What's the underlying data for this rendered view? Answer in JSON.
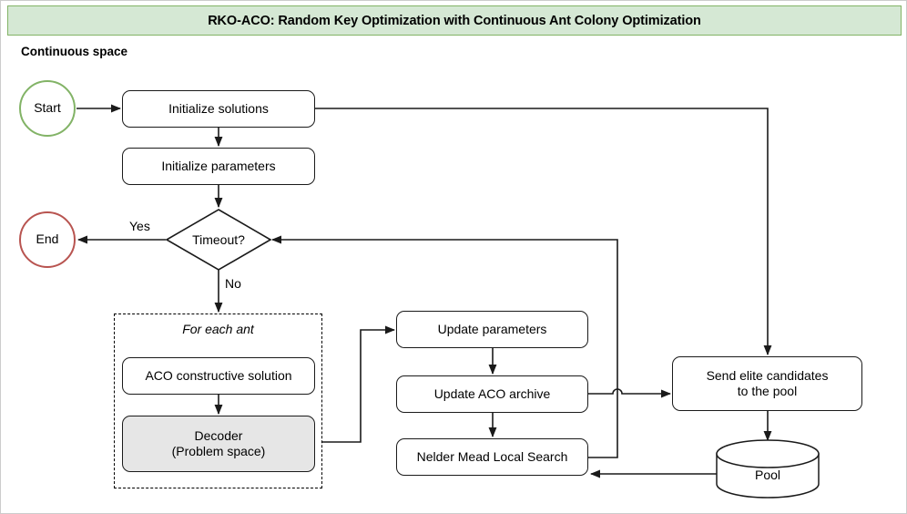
{
  "title": "RKO-ACO: Random Key Optimization with Continuous Ant Colony Optimization",
  "section_label": "Continuous space",
  "colors": {
    "title_fill": "#d5e8d4",
    "title_stroke": "#82b366",
    "start_stroke": "#82b366",
    "end_stroke": "#b85450",
    "shaded_fill": "#e6e6e6",
    "edge_stroke": "#1a1a1a",
    "canvas_border": "#cccccc"
  },
  "nodes": {
    "start": "Start",
    "end": "End",
    "initialize_solutions": "Initialize solutions",
    "initialize_parameters": "Initialize parameters",
    "timeout": "Timeout?",
    "group_for_each_ant": "For each ant",
    "aco_constructive_solution": "ACO constructive solution",
    "decoder_line1": "Decoder",
    "decoder_line2": "(Problem space)",
    "update_parameters": "Update parameters",
    "update_aco_archive": "Update ACO archive",
    "nelder_mead": "Nelder Mead Local Search",
    "send_elite_line1": "Send elite candidates",
    "send_elite_line2": "to the pool",
    "pool": "Pool"
  },
  "edge_labels": {
    "yes": "Yes",
    "no": "No"
  },
  "chart_data": {
    "type": "diagram",
    "subtype": "flowchart",
    "title": "RKO-ACO: Random Key Optimization with Continuous Ant Colony Optimization",
    "nodes": [
      {
        "id": "start",
        "label": "Start",
        "shape": "circle"
      },
      {
        "id": "end",
        "label": "End",
        "shape": "circle"
      },
      {
        "id": "init_sol",
        "label": "Initialize solutions",
        "shape": "rounded-rect"
      },
      {
        "id": "init_par",
        "label": "Initialize parameters",
        "shape": "rounded-rect"
      },
      {
        "id": "timeout",
        "label": "Timeout?",
        "shape": "diamond"
      },
      {
        "id": "aco_cs",
        "label": "ACO constructive solution",
        "shape": "rounded-rect"
      },
      {
        "id": "decoder",
        "label": "Decoder (Problem space)",
        "shape": "rounded-rect"
      },
      {
        "id": "upd_par",
        "label": "Update parameters",
        "shape": "rounded-rect"
      },
      {
        "id": "upd_arch",
        "label": "Update ACO archive",
        "shape": "rounded-rect"
      },
      {
        "id": "nm_ls",
        "label": "Nelder Mead Local Search",
        "shape": "rounded-rect"
      },
      {
        "id": "send_elite",
        "label": "Send elite candidates to the pool",
        "shape": "rounded-rect"
      },
      {
        "id": "pool",
        "label": "Pool",
        "shape": "cylinder"
      }
    ],
    "groups": [
      {
        "id": "for_each_ant",
        "label": "For each ant",
        "members": [
          "aco_cs",
          "decoder"
        ]
      }
    ],
    "edges": [
      {
        "from": "start",
        "to": "init_sol",
        "label": ""
      },
      {
        "from": "init_sol",
        "to": "init_par",
        "label": ""
      },
      {
        "from": "init_sol",
        "to": "send_elite",
        "label": ""
      },
      {
        "from": "init_par",
        "to": "timeout",
        "label": ""
      },
      {
        "from": "timeout",
        "to": "end",
        "label": "Yes"
      },
      {
        "from": "timeout",
        "to": "for_each_ant",
        "label": "No"
      },
      {
        "from": "aco_cs",
        "to": "decoder",
        "label": ""
      },
      {
        "from": "decoder",
        "to": "upd_par",
        "label": ""
      },
      {
        "from": "upd_par",
        "to": "upd_arch",
        "label": ""
      },
      {
        "from": "upd_arch",
        "to": "nm_ls",
        "label": ""
      },
      {
        "from": "upd_arch",
        "to": "send_elite",
        "label": ""
      },
      {
        "from": "nm_ls",
        "to": "timeout",
        "label": ""
      },
      {
        "from": "send_elite",
        "to": "pool",
        "label": ""
      },
      {
        "from": "pool",
        "to": "nm_ls",
        "label": ""
      }
    ]
  }
}
